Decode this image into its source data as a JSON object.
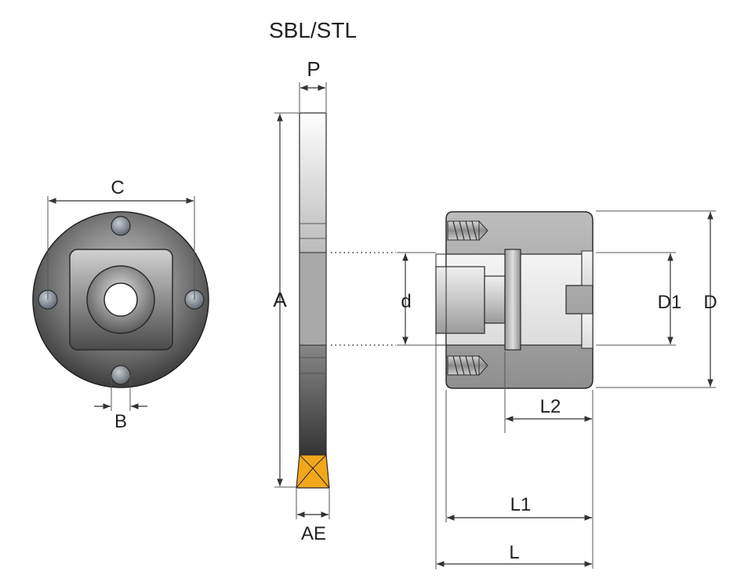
{
  "title": "SBL/STL",
  "colors": {
    "highlight_label": "#e8102a",
    "insert_tip": "#f2a71b",
    "body_dark": "#2a2a2a",
    "body_light": "#d9d9d9",
    "hole": "#8a9099"
  },
  "labels": {
    "c": "C",
    "b": "B",
    "p": "P",
    "a": "A",
    "ae": "AE",
    "d_small": "d",
    "d1": "D1",
    "d_big": "D",
    "l2": "L2",
    "l1": "L1",
    "l": "L"
  }
}
